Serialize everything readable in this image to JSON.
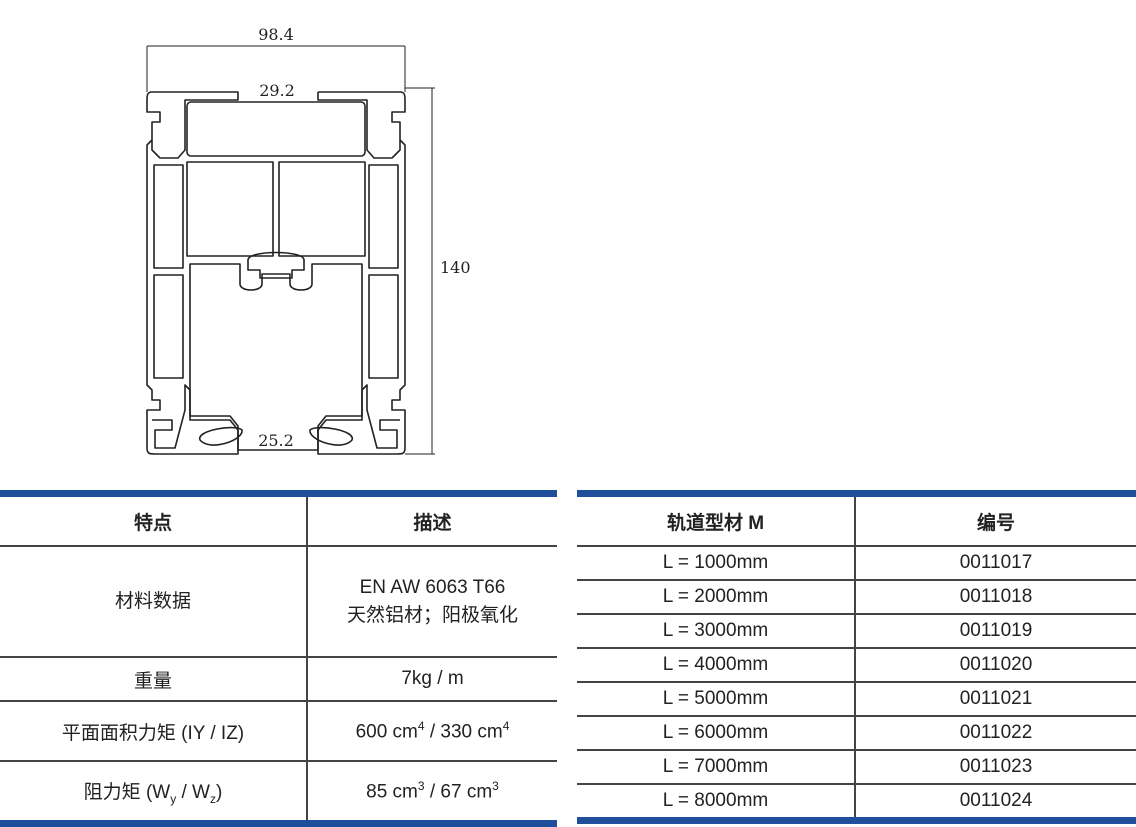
{
  "drawing": {
    "dim_width": "98.4",
    "dim_top_slot": "29.2",
    "dim_height": "140",
    "dim_bottom_slot": "25.2"
  },
  "properties": {
    "header_feature": "特点",
    "header_description": "描述",
    "material_label": "材料数据",
    "material_value_line1": "EN AW 6063 T66",
    "material_value_line2": "天然铝材；阳极氧化",
    "weight_label": "重量",
    "weight_value": "7kg / m",
    "inertia_label": "平面面积力矩 (IY / IZ)",
    "inertia_value_a": "600 cm",
    "inertia_value_a_exp": "4",
    "inertia_value_sep": " / 330 cm",
    "inertia_value_b_exp": "4",
    "resist_label_prefix": "阻力矩 (W",
    "resist_label_sub1": "y",
    "resist_label_mid": " / W",
    "resist_label_sub2": "z",
    "resist_label_suffix": ")",
    "resist_value_a": "85 cm",
    "resist_value_a_exp": "3",
    "resist_value_sep": " / 67 cm",
    "resist_value_b_exp": "3"
  },
  "lengths": {
    "header_profile": "轨道型材 M",
    "header_code": "编号",
    "rows": [
      {
        "length": "L = 1000mm",
        "code": "0011017"
      },
      {
        "length": "L = 2000mm",
        "code": "0011018"
      },
      {
        "length": "L = 3000mm",
        "code": "0011019"
      },
      {
        "length": "L = 4000mm",
        "code": "0011020"
      },
      {
        "length": "L = 5000mm",
        "code": "0011021"
      },
      {
        "length": "L = 6000mm",
        "code": "0011022"
      },
      {
        "length": "L = 7000mm",
        "code": "0011023"
      },
      {
        "length": "L = 8000mm",
        "code": "0011024"
      }
    ]
  },
  "colors": {
    "accent_bar": "#1f4f9b",
    "grid_line": "#444444"
  }
}
